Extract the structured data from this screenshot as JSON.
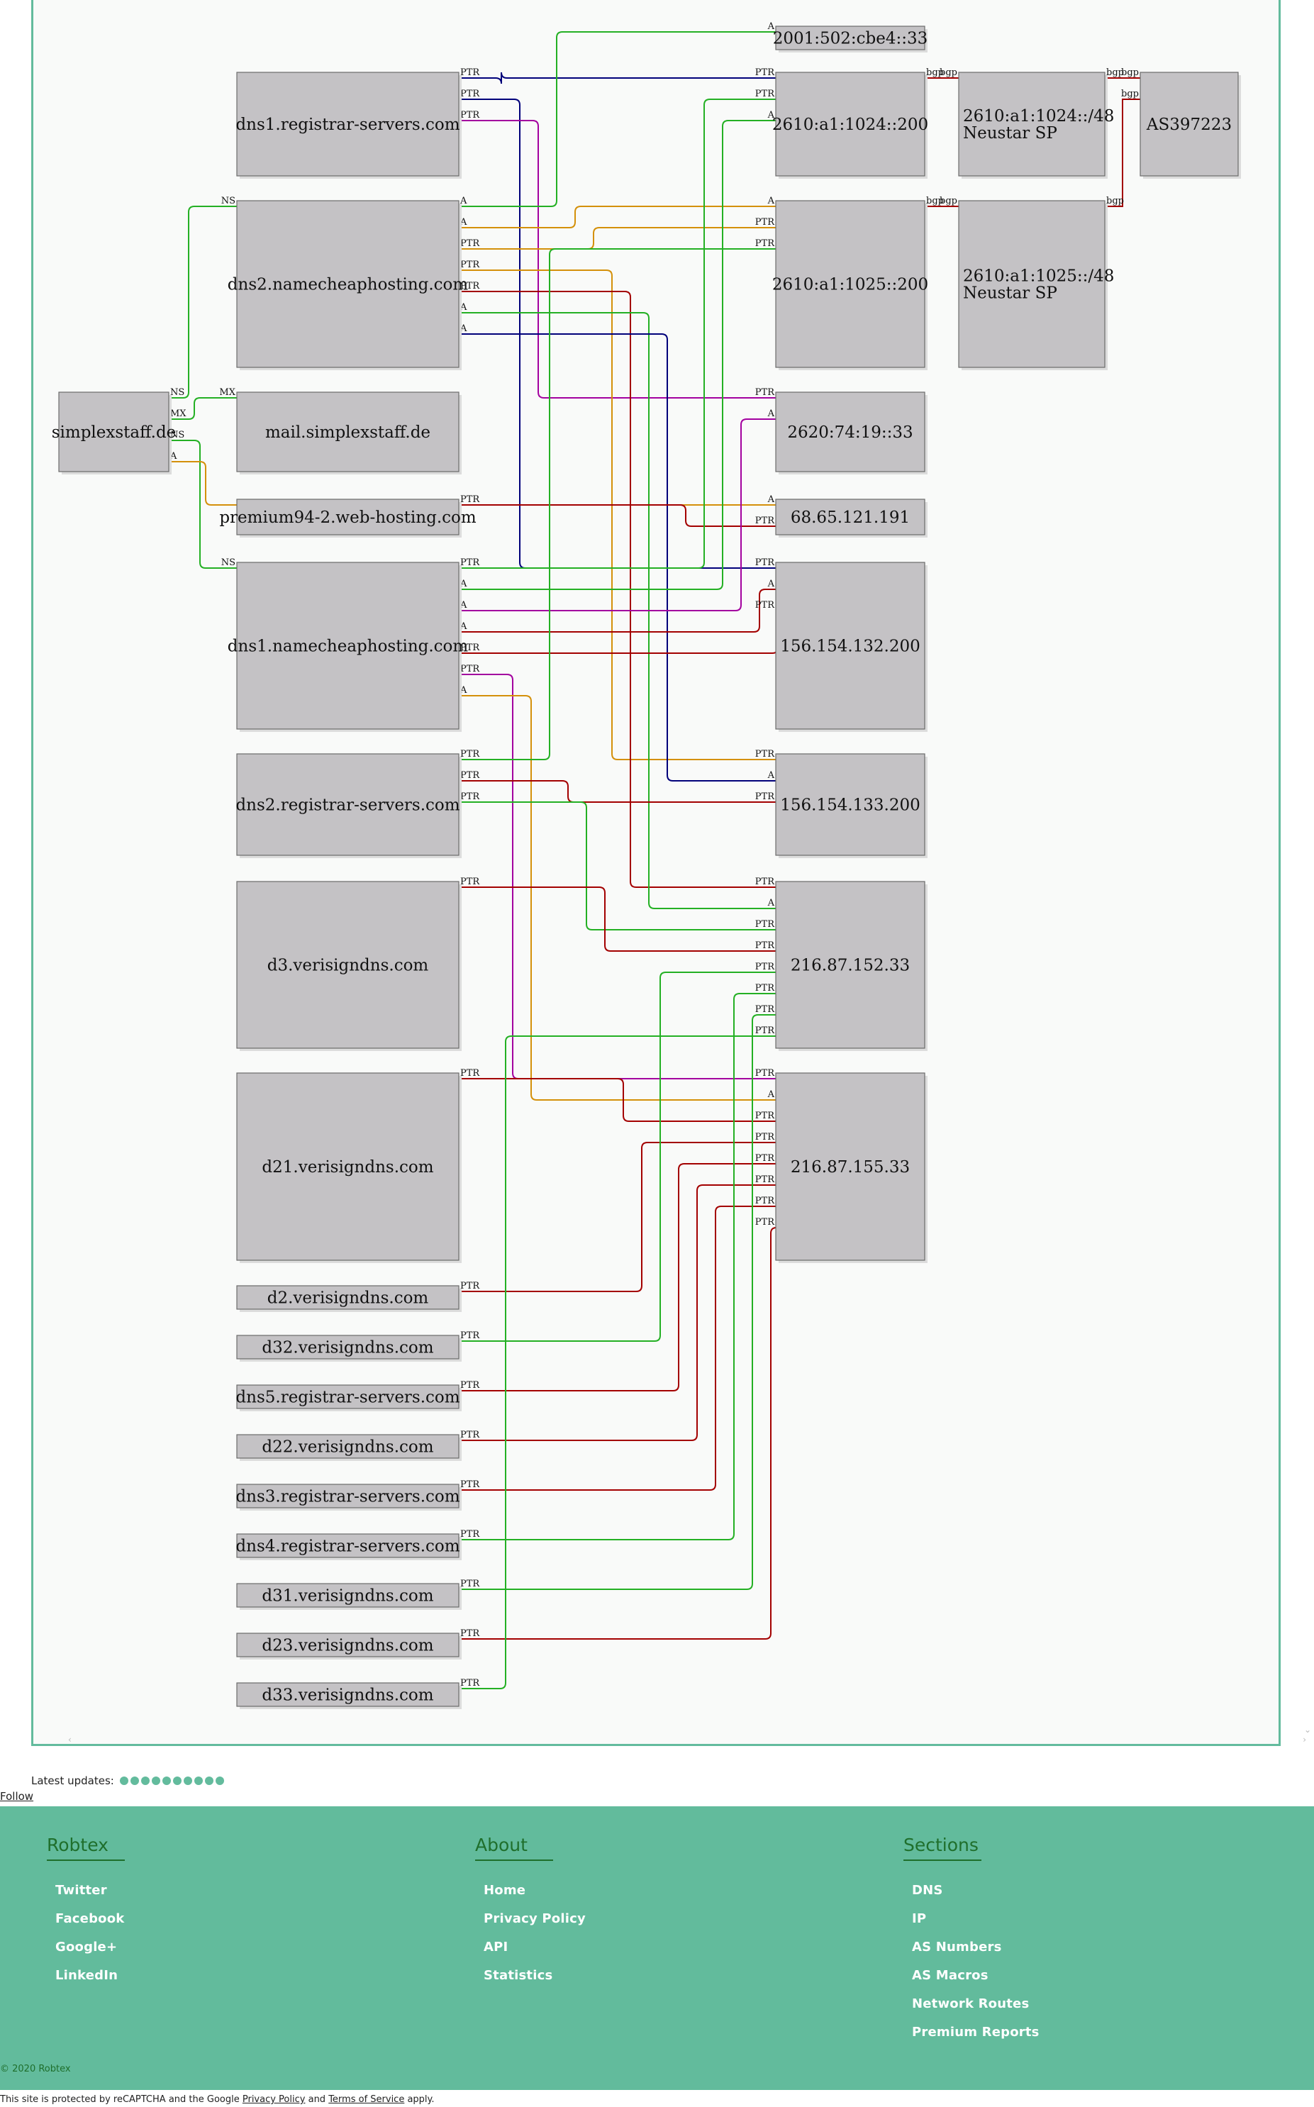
{
  "graph": {
    "nodes": [
      {
        "id": "simplexstaff.de",
        "label": "simplexstaff.de"
      },
      {
        "id": "dns1.registrar-servers.com",
        "label": "dns1.registrar-servers.com"
      },
      {
        "id": "dns2.namecheaphosting.com",
        "label": "dns2.namecheaphosting.com"
      },
      {
        "id": "mail.simplexstaff.de",
        "label": "mail.simplexstaff.de"
      },
      {
        "id": "premium94-2.web-hosting.com",
        "label": "premium94-2.web-hosting.com"
      },
      {
        "id": "dns1.namecheaphosting.com",
        "label": "dns1.namecheaphosting.com"
      },
      {
        "id": "dns2.registrar-servers.com",
        "label": "dns2.registrar-servers.com"
      },
      {
        "id": "d3.verisigndns.com",
        "label": "d3.verisigndns.com"
      },
      {
        "id": "d21.verisigndns.com",
        "label": "d21.verisigndns.com"
      },
      {
        "id": "d2.verisigndns.com",
        "label": "d2.verisigndns.com"
      },
      {
        "id": "d32.verisigndns.com",
        "label": "d32.verisigndns.com"
      },
      {
        "id": "dns5.registrar-servers.com",
        "label": "dns5.registrar-servers.com"
      },
      {
        "id": "d22.verisigndns.com",
        "label": "d22.verisigndns.com"
      },
      {
        "id": "dns3.registrar-servers.com",
        "label": "dns3.registrar-servers.com"
      },
      {
        "id": "dns4.registrar-servers.com",
        "label": "dns4.registrar-servers.com"
      },
      {
        "id": "d31.verisigndns.com",
        "label": "d31.verisigndns.com"
      },
      {
        "id": "d23.verisigndns.com",
        "label": "d23.verisigndns.com"
      },
      {
        "id": "d33.verisigndns.com",
        "label": "d33.verisigndns.com"
      },
      {
        "id": "2001:502:cbe4::33",
        "label": "2001:502:cbe4::33"
      },
      {
        "id": "2610:a1:1024::200",
        "label": "2610:a1:1024::200"
      },
      {
        "id": "2610:a1:1025::200",
        "label": "2610:a1:1025::200"
      },
      {
        "id": "2620:74:19::33",
        "label": "2620:74:19::33"
      },
      {
        "id": "68.65.121.191",
        "label": "68.65.121.191"
      },
      {
        "id": "156.154.132.200",
        "label": "156.154.132.200"
      },
      {
        "id": "156.154.133.200",
        "label": "156.154.133.200"
      },
      {
        "id": "216.87.152.33",
        "label": "216.87.152.33"
      },
      {
        "id": "216.87.155.33",
        "label": "216.87.155.33"
      },
      {
        "id": "2610:a1:1024::/48",
        "label": "2610:a1:1024::/48",
        "sublabel": "Neustar SP"
      },
      {
        "id": "2610:a1:1025::/48",
        "label": "2610:a1:1025::/48",
        "sublabel": "Neustar SP"
      },
      {
        "id": "AS397223",
        "label": "AS397223"
      }
    ],
    "edges": [
      {
        "from": "simplexstaff.de",
        "to": "dns2.namecheaphosting.com",
        "type": "NS",
        "color": "#24b024"
      },
      {
        "from": "simplexstaff.de",
        "to": "mail.simplexstaff.de",
        "type": "MX",
        "color": "#24b024"
      },
      {
        "from": "simplexstaff.de",
        "to": "dns1.namecheaphosting.com",
        "type": "NS",
        "color": "#24b024"
      },
      {
        "from": "simplexstaff.de",
        "to": "68.65.121.191",
        "type": "A",
        "color": "#d4900a"
      },
      {
        "from": "dns1.registrar-servers.com",
        "to": "2610:a1:1024::200",
        "type": "PTR",
        "color": "#00007a"
      },
      {
        "from": "dns1.registrar-servers.com",
        "to": "156.154.132.200",
        "type": "PTR",
        "color": "#00007a"
      },
      {
        "from": "dns1.registrar-servers.com",
        "to": "2620:74:19::33",
        "type": "PTR",
        "color": "#a3009f"
      },
      {
        "from": "dns2.namecheaphosting.com",
        "to": "2001:502:cbe4::33",
        "type": "A",
        "color": "#24b024"
      },
      {
        "from": "dns2.namecheaphosting.com",
        "to": "2610:a1:1025::200",
        "type": "A",
        "color": "#d4900a"
      },
      {
        "from": "dns2.namecheaphosting.com",
        "to": "2610:a1:1025::200",
        "type": "PTR",
        "color": "#d4900a"
      },
      {
        "from": "dns2.namecheaphosting.com",
        "to": "156.154.133.200",
        "type": "PTR",
        "color": "#d4900a"
      },
      {
        "from": "dns2.namecheaphosting.com",
        "to": "216.87.152.33",
        "type": "PTR",
        "color": "#a30000"
      },
      {
        "from": "dns2.namecheaphosting.com",
        "to": "216.87.152.33",
        "type": "A",
        "color": "#24b024"
      },
      {
        "from": "dns2.namecheaphosting.com",
        "to": "156.154.133.200",
        "type": "A",
        "color": "#00007a"
      },
      {
        "from": "premium94-2.web-hosting.com",
        "to": "68.65.121.191",
        "type": "PTR",
        "color": "#a30000"
      },
      {
        "from": "dns1.namecheaphosting.com",
        "to": "2610:a1:1024::200",
        "type": "PTR",
        "color": "#24b024"
      },
      {
        "from": "dns1.namecheaphosting.com",
        "to": "2610:a1:1024::200",
        "type": "A",
        "color": "#24b024"
      },
      {
        "from": "dns1.namecheaphosting.com",
        "to": "2620:74:19::33",
        "type": "A",
        "color": "#a3009f"
      },
      {
        "from": "dns1.namecheaphosting.com",
        "to": "156.154.132.200",
        "type": "A",
        "color": "#a30000"
      },
      {
        "from": "dns1.namecheaphosting.com",
        "to": "156.154.132.200",
        "type": "PTR",
        "color": "#a30000"
      },
      {
        "from": "dns1.namecheaphosting.com",
        "to": "216.87.155.33",
        "type": "PTR",
        "color": "#a3009f"
      },
      {
        "from": "dns1.namecheaphosting.com",
        "to": "216.87.155.33",
        "type": "A",
        "color": "#d4900a"
      },
      {
        "from": "dns2.registrar-servers.com",
        "to": "2610:a1:1025::200",
        "type": "PTR",
        "color": "#24b024"
      },
      {
        "from": "dns2.registrar-servers.com",
        "to": "156.154.133.200",
        "type": "PTR",
        "color": "#a30000"
      },
      {
        "from": "dns2.registrar-servers.com",
        "to": "216.87.152.33",
        "type": "PTR",
        "color": "#24b024"
      },
      {
        "from": "d3.verisigndns.com",
        "to": "216.87.152.33",
        "type": "PTR",
        "color": "#a30000"
      },
      {
        "from": "d21.verisigndns.com",
        "to": "216.87.155.33",
        "type": "PTR",
        "color": "#a30000"
      },
      {
        "from": "d2.verisigndns.com",
        "to": "216.87.155.33",
        "type": "PTR",
        "color": "#a30000"
      },
      {
        "from": "d32.verisigndns.com",
        "to": "216.87.152.33",
        "type": "PTR",
        "color": "#24b024"
      },
      {
        "from": "dns5.registrar-servers.com",
        "to": "216.87.155.33",
        "type": "PTR",
        "color": "#a30000"
      },
      {
        "from": "d22.verisigndns.com",
        "to": "216.87.155.33",
        "type": "PTR",
        "color": "#a30000"
      },
      {
        "from": "dns3.registrar-servers.com",
        "to": "216.87.155.33",
        "type": "PTR",
        "color": "#a30000"
      },
      {
        "from": "dns4.registrar-servers.com",
        "to": "216.87.152.33",
        "type": "PTR",
        "color": "#24b024"
      },
      {
        "from": "d31.verisigndns.com",
        "to": "216.87.152.33",
        "type": "PTR",
        "color": "#24b024"
      },
      {
        "from": "d23.verisigndns.com",
        "to": "216.87.155.33",
        "type": "PTR",
        "color": "#a30000"
      },
      {
        "from": "d33.verisigndns.com",
        "to": "216.87.152.33",
        "type": "PTR",
        "color": "#24b024"
      },
      {
        "from": "2610:a1:1024::200",
        "to": "2610:a1:1024::/48",
        "type": "bgp",
        "color": "#a30000"
      },
      {
        "from": "2610:a1:1025::200",
        "to": "2610:a1:1025::/48",
        "type": "bgp",
        "color": "#a30000"
      },
      {
        "from": "2610:a1:1024::/48",
        "to": "AS397223",
        "type": "bgp",
        "color": "#a30000"
      },
      {
        "from": "2610:a1:1025::/48",
        "to": "AS397223",
        "type": "bgp",
        "color": "#a30000"
      }
    ]
  },
  "updates": {
    "label": "Latest updates:",
    "count": 10
  },
  "follow": "Follow",
  "footer": {
    "columns": [
      {
        "title": "Robtex",
        "links": [
          "Twitter",
          "Facebook",
          "Google+",
          "LinkedIn"
        ]
      },
      {
        "title": "About",
        "links": [
          "Home",
          "Privacy Policy",
          "API",
          "Statistics"
        ]
      },
      {
        "title": "Sections",
        "links": [
          "DNS",
          "IP",
          "AS Numbers",
          "AS Macros",
          "Network Routes",
          "Premium Reports"
        ]
      }
    ],
    "copyright": "© 2020 Robtex"
  },
  "recaptcha": {
    "pre": "This site is protected by reCAPTCHA and the Google ",
    "privacy": "Privacy Policy",
    "and": " and ",
    "terms": "Terms of Service",
    "post": " apply."
  }
}
